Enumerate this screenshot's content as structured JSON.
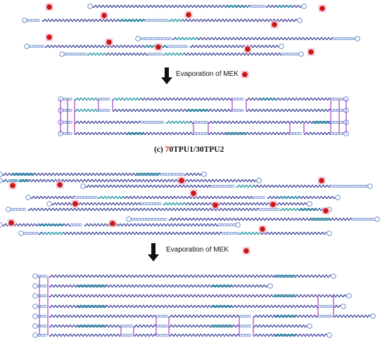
{
  "labels": {
    "evaporation_top": "Evaporation of MEK",
    "evaporation_bottom": "Evaporation of MEK",
    "panel_prefix": "(c) ",
    "panel_name": "70TPU1/30TPU2"
  },
  "colors": {
    "soft_segment": "#2b2f8f",
    "hard_segment": "#1aa3a3",
    "end_cap": "#5b7fc7",
    "mek_dot": "#cc1616",
    "mek_halo": "#f2b7c9",
    "hbond": "#b04ec9",
    "arrow": "#111111",
    "panel_highlight": "#cc1616"
  },
  "icons": {
    "mek": "solvent-molecule-icon",
    "arrow": "down-arrow-icon",
    "chain": "polymer-chain-icon"
  }
}
